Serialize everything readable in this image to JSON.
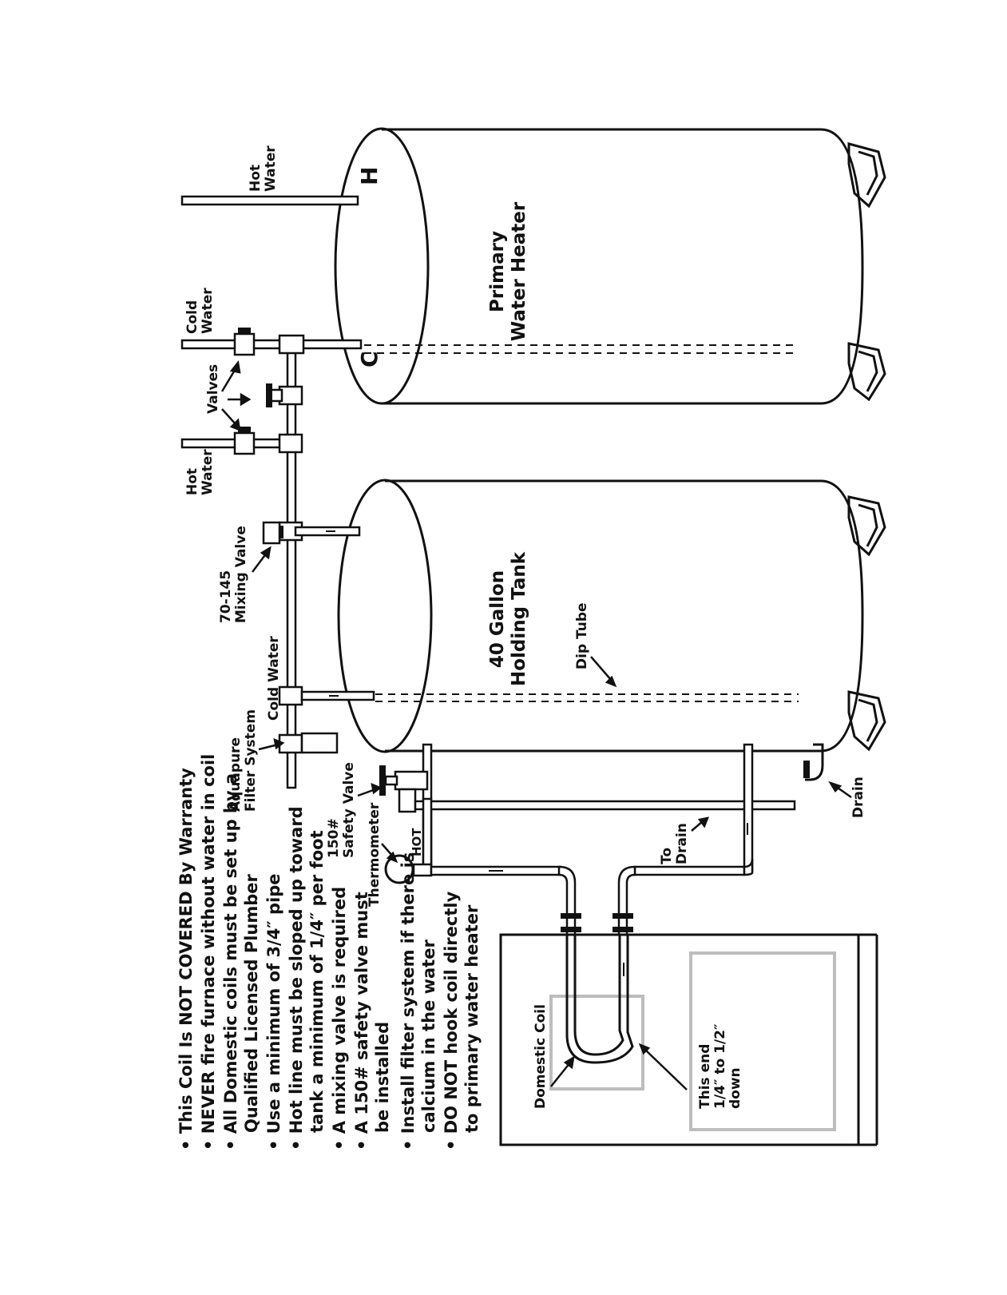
{
  "labels": {
    "hot_water_primary": [
      "Hot",
      "Water"
    ],
    "h_marker": "H",
    "c_marker": "C",
    "primary_heater": [
      "Primary",
      "Water Heater"
    ],
    "cold_water_primary": [
      "Cold",
      "Water"
    ],
    "valves": "Valves",
    "hot_water_mix": [
      "Hot",
      "Water"
    ],
    "mixing_valve": [
      "70-145",
      "Mixing Valve"
    ],
    "holding_tank": [
      "40 Gallon",
      "Holding Tank"
    ],
    "dip_tube": "Dip Tube",
    "cold_water_mid": "Cold Water",
    "aquapure": [
      "Aquapure",
      "Filter System"
    ],
    "safety_valve": [
      "150#",
      "Safety Valve"
    ],
    "thermometer": "Thermometer",
    "hot": "HOT",
    "to_drain": [
      "To",
      "Drain"
    ],
    "drain": "Drain",
    "domestic_coil": "Domestic Coil",
    "coil_end": [
      "This end",
      "1/4″ to 1/2″",
      "down"
    ]
  },
  "notes": [
    [
      "• This Coil Is NOT COVERED By Warranty"
    ],
    [
      "• NEVER fire furnace without water in coil"
    ],
    [
      "• All Domestic coils must be set up by a",
      "Qualified Licensed Plumber"
    ],
    [
      "• Use a minimum of 3/4″ pipe"
    ],
    [
      "• Hot line must be sloped up toward",
      "tank a minimum of 1/4″ per foot"
    ],
    [
      "• A mixing valve is required"
    ],
    [
      "• A 150# safety valve must",
      "be installed"
    ],
    [
      "• Install filter system if there is",
      "calcium in the water"
    ],
    [
      "• DO NOT hook coil directly",
      "to primary water heater"
    ]
  ]
}
